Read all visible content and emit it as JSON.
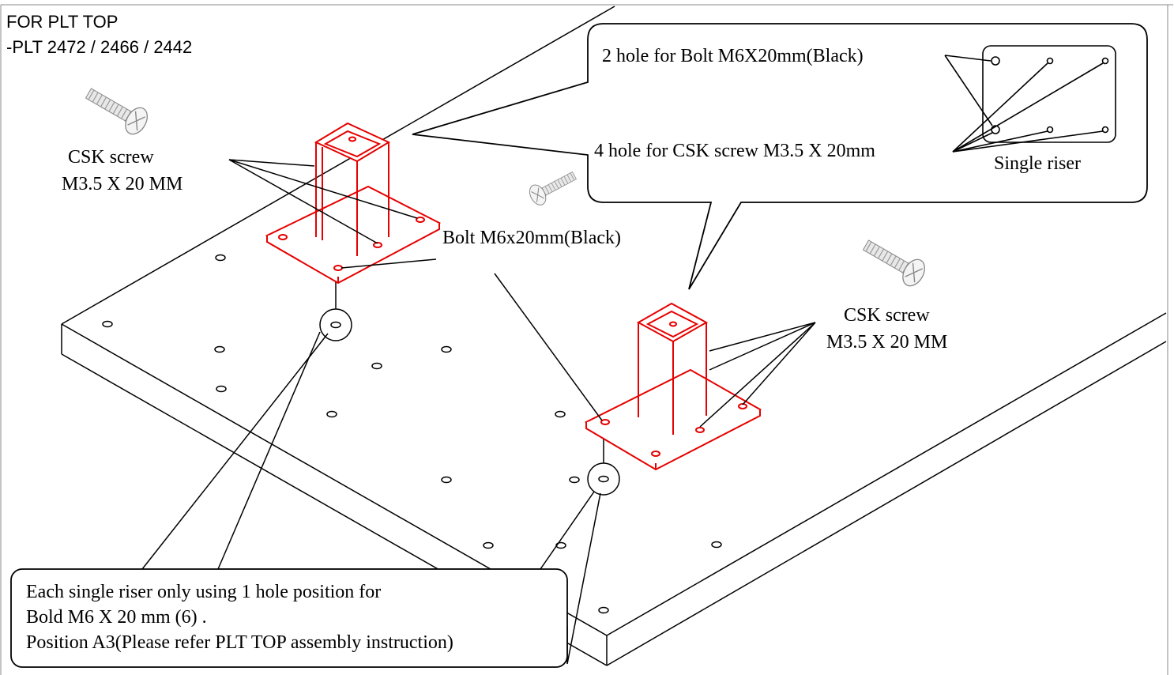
{
  "header": {
    "line1": "FOR PLT TOP",
    "line2": "-PLT 2472 / 2466 / 2442"
  },
  "labels": {
    "csk_left_1": "CSK screw",
    "csk_left_2": "M3.5 X 20 MM",
    "bolt": "Bolt M6x20mm(Black)",
    "csk_right_1": "CSK screw",
    "csk_right_2": "M3.5 X 20 MM"
  },
  "callout": {
    "bolt_holes": "2 hole for Bolt M6X20mm(Black)",
    "screw_holes": "4 hole for CSK screw M3.5 X 20mm",
    "riser": "Single riser"
  },
  "note": {
    "line1": "Each single riser only using 1 hole position for",
    "line2": "Bold M6 X 20 mm (6) .",
    "line3": "Position A3(Please refer PLT TOP assembly instruction)"
  },
  "colors": {
    "line": "#000000",
    "riser": "#e60000",
    "screw": "#9a9a9a"
  }
}
